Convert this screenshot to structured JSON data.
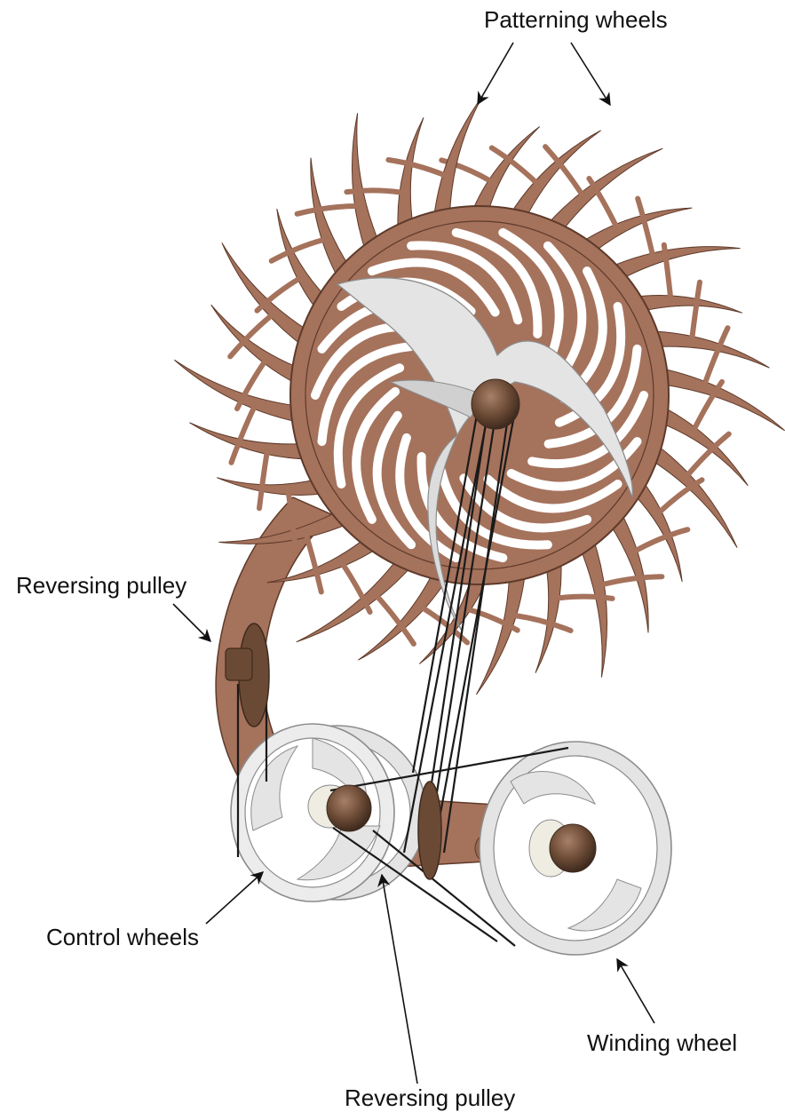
{
  "labels": {
    "patterning_wheels": "Patterning wheels",
    "reversing_pulley_left": "Reversing pulley",
    "control_wheels": "Control wheels",
    "winding_wheel": "Winding wheel",
    "reversing_pulley_bottom": "Reversing pulley"
  },
  "colors": {
    "wood": "#a5725c",
    "wood_dark": "#7b4f3c",
    "wood_edge": "#5e3a2a",
    "metal": "#e4e4e4",
    "metal_edge": "#9c9c9c",
    "knob": "#6b4a35",
    "knob_highlight": "#9c7560",
    "belt": "#1a1a1a",
    "text": "#111111"
  }
}
